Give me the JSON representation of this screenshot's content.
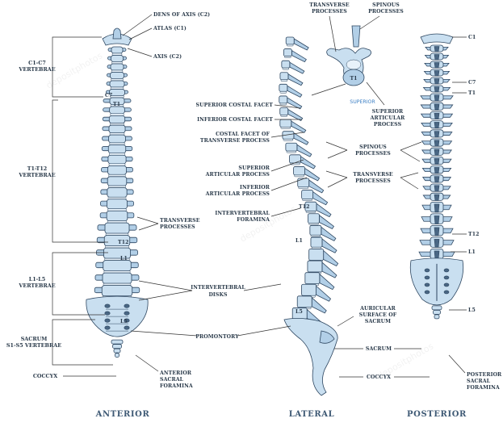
{
  "views": {
    "anterior": "ANTERIOR",
    "lateral": "LATERAL",
    "posterior": "POSTERIOR"
  },
  "anterior_labels": {
    "dens": "DENS OF AXIS (C2)",
    "atlas": "ATLAS (C1)",
    "axis": "AXIS (C2)",
    "c1c7_a": "C1-C7",
    "c1c7_b": "VERTEBRAE",
    "t1t12_a": "T1-T12",
    "t1t12_b": "VERTEBRAE",
    "l1l5_a": "L1-L5",
    "l1l5_b": "VERTEBRAE",
    "sacrum_a": "SACRUM",
    "sacrum_b": "S1-S5 VERTEBRAE",
    "coccyx": "COCCYX",
    "transverse_a": "TRANSVERSE",
    "transverse_b": "PROCESSES",
    "anterior_sacral_a": "ANTERIOR",
    "anterior_sacral_b": "SACRAL",
    "anterior_sacral_c": "FORAMINA",
    "c7": "C7",
    "t1": "T1",
    "t12": "T12",
    "l1": "L1",
    "l5": "L5"
  },
  "center_labels": {
    "superior_costal": "SUPERIOR COSTAL FACET",
    "inferior_costal": "INFERIOR COSTAL FACET",
    "costal_tp_a": "COSTAL FACET OF",
    "costal_tp_b": "TRANSVERSE PROCESS",
    "sup_art_a": "SUPERIOR",
    "sup_art_b": "ARTICULAR PROCESS",
    "inf_art_a": "INFERIOR",
    "inf_art_b": "ARTICULAR PROCESS",
    "iv_foramina_a": "INTERVERTEBRAL",
    "iv_foramina_b": "FORAMINA",
    "iv_disks_a": "INTERVERTEBRAL",
    "iv_disks_b": "DISKS",
    "promontory": "PROMONTORY",
    "lat_t12": "T12",
    "lat_l1": "L1",
    "lat_l5": "L5"
  },
  "lateral_right_labels": {
    "transverse_a": "TRANSVERSE",
    "transverse_b": "PROCESSES",
    "spinous_a": "SPINOUS",
    "spinous_b": "PROCESSES",
    "superior": "SUPERIOR",
    "sup_art_a": "SUPERIOR",
    "sup_art_b": "ARTICULAR",
    "sup_art_c": "PROCESS",
    "spinous2_a": "SPINOUS",
    "spinous2_b": "PROCESSES",
    "transverse2_a": "TRANSVERSE",
    "transverse2_b": "PROCESSES",
    "auricular_a": "AURICULAR",
    "auricular_b": "SURFACE OF",
    "auricular_c": "SACRUM",
    "sacrum": "SACRUM",
    "coccyx": "COCCYX",
    "t1_vertebra": "T1"
  },
  "posterior_labels": {
    "c1": "C1",
    "c7": "C7",
    "t1": "T1",
    "t12": "T12",
    "l1": "L1",
    "l5": "L5",
    "posterior_sacral_a": "POSTERIOR",
    "posterior_sacral_b": "SACRAL",
    "posterior_sacral_c": "FORAMINA"
  },
  "colors": {
    "bone": "#c9dff0",
    "bone_shade": "#b2cfe7",
    "outline": "#2d4660",
    "label": "#2a3a4a",
    "accent": "#3b7fc4"
  }
}
